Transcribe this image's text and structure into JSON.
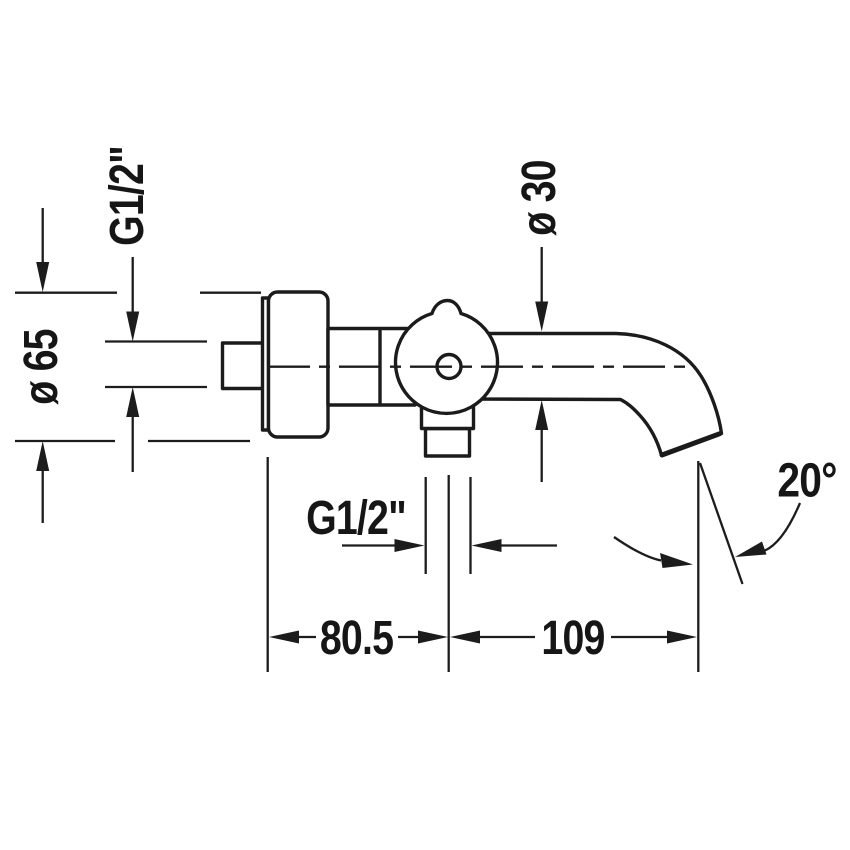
{
  "drawing": {
    "title": "wall-mounted bath spout technical drawing",
    "background_color": "#ffffff",
    "line_color": "#1b1b1b",
    "labels": {
      "thread_top": "G1/2\"",
      "flange_diameter": "ø 65",
      "spout_diameter": "ø 30",
      "thread_bottom": "G1/2\"",
      "dim_left": "80.5",
      "dim_right": "109",
      "spout_angle": "20°"
    }
  }
}
